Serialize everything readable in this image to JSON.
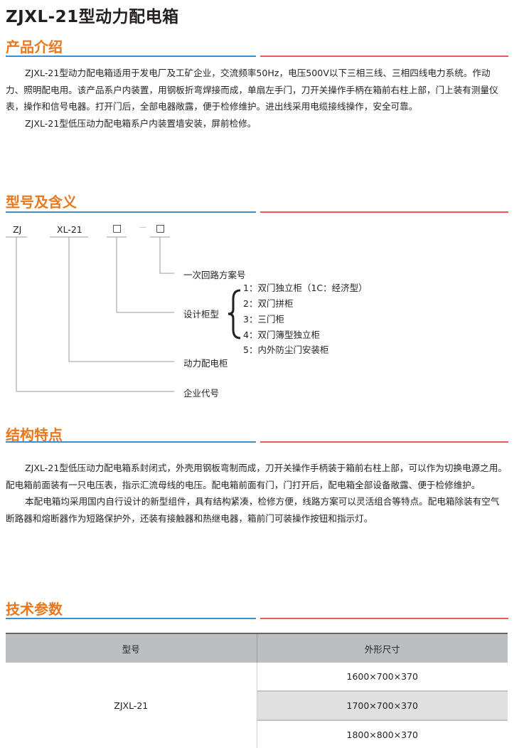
{
  "title": "ZJXL-21型动力配电箱",
  "sections": {
    "intro": {
      "heading": "产品介绍",
      "paragraphs": [
        "ZJXL-21型动力配电箱适用于发电厂及工矿企业，交流频率50Hz，电压500V以下三相三线、三相四线电力系统。作动力、照明配电用。该产品系户内装置，用钢板折弯焊接而成，单扇左手门，刀开关操作手柄在箱前右柱上部，门上装有测量仪表，操作和信号电器。打开门后，全部电器敞露，便于检修维护。进出线采用电缆接线操作，安全可靠。",
        "ZJXL-21型低压动力配电箱系户内装置墙安装，屏前检修。"
      ]
    },
    "model": {
      "heading": "型号及含义",
      "codes": [
        "ZJ",
        "XL-21",
        "□",
        "—",
        "□"
      ],
      "labels": {
        "scheme": "一次回路方案号",
        "design": "设计柜型",
        "power": "动力配电柜",
        "company": "企业代号"
      },
      "design_options": [
        "1：双门独立柜（1C：经济型）",
        "2：双门拼柜",
        "3：三门柜",
        "4：双门簿型独立柜",
        "5：内外防尘门安装柜"
      ]
    },
    "structure": {
      "heading": "结构特点",
      "paragraphs": [
        "ZJXL-21型低压动力配电箱系封闭式，外壳用钢板弯制而成，刀开关操作手柄装于箱前右柱上部，可以作为切换电源之用。配电箱前面装有一只电压表，指示汇流母线的电压。配电箱前面有门，门打开后，配电箱全部设备敞露、便于检修维护。",
        "本配电箱均采用国内自行设计的新型组件，具有结构紧凑，检修方便，线路方案可以灵活组合等特点。配电箱除装有空气断路器和熔断器作为短路保护外，还装有接触器和热继电器，箱前门可装操作按钮和指示灯。"
      ]
    },
    "specs": {
      "heading": "技术参数",
      "columns": [
        "型号",
        "外形尺寸"
      ],
      "model": "ZJXL-21",
      "sizes": [
        "1600×700×370",
        "1700×700×370",
        "1800×800×370"
      ]
    }
  },
  "colors": {
    "heading": "#e8781e",
    "line_left": "#3d8ed0",
    "line_right": "#ee5a5a"
  }
}
